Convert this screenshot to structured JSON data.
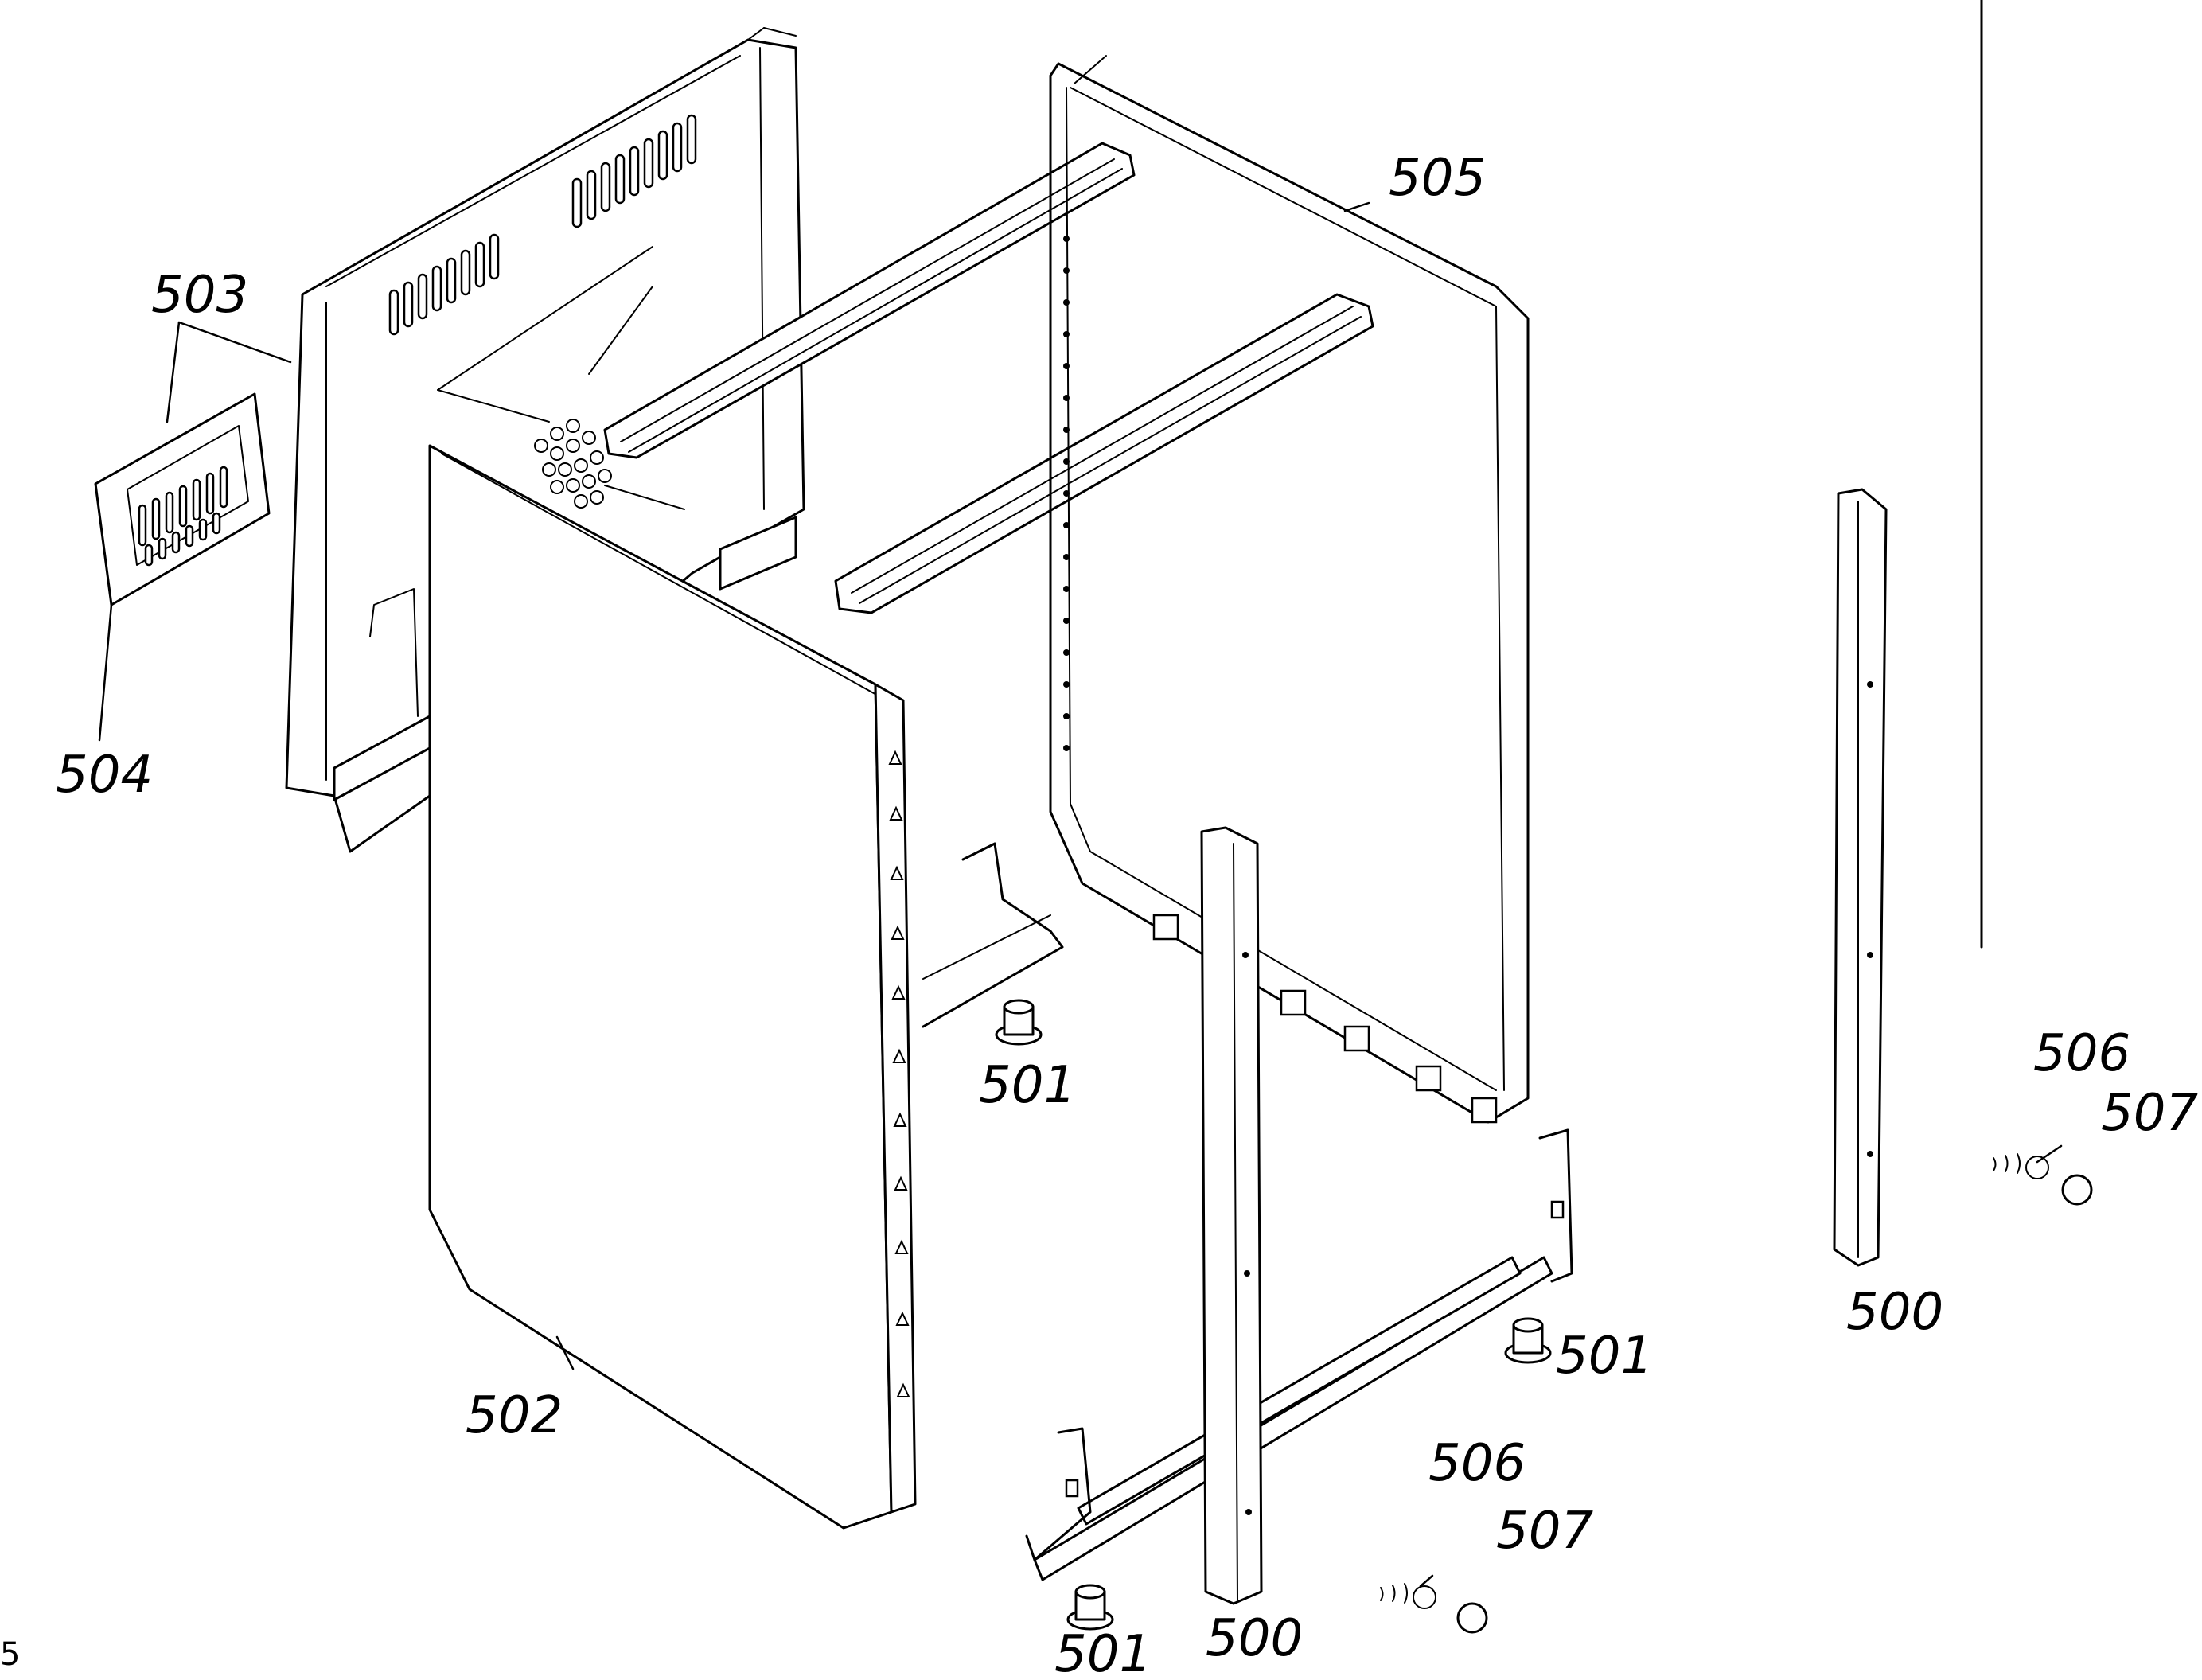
{
  "labels": {
    "p500_front": "500",
    "p500_right": "500",
    "p501_center": "501",
    "p501_right": "501",
    "p501_bottom": "501",
    "p502": "502",
    "p503": "503",
    "p504": "504",
    "p505": "505",
    "p506_right": "506",
    "p506_bottom": "506",
    "p507_right": "507",
    "p507_bottom": "507",
    "corner_mark": "5"
  },
  "colors": {
    "line": "#000000",
    "background": "#ffffff"
  }
}
